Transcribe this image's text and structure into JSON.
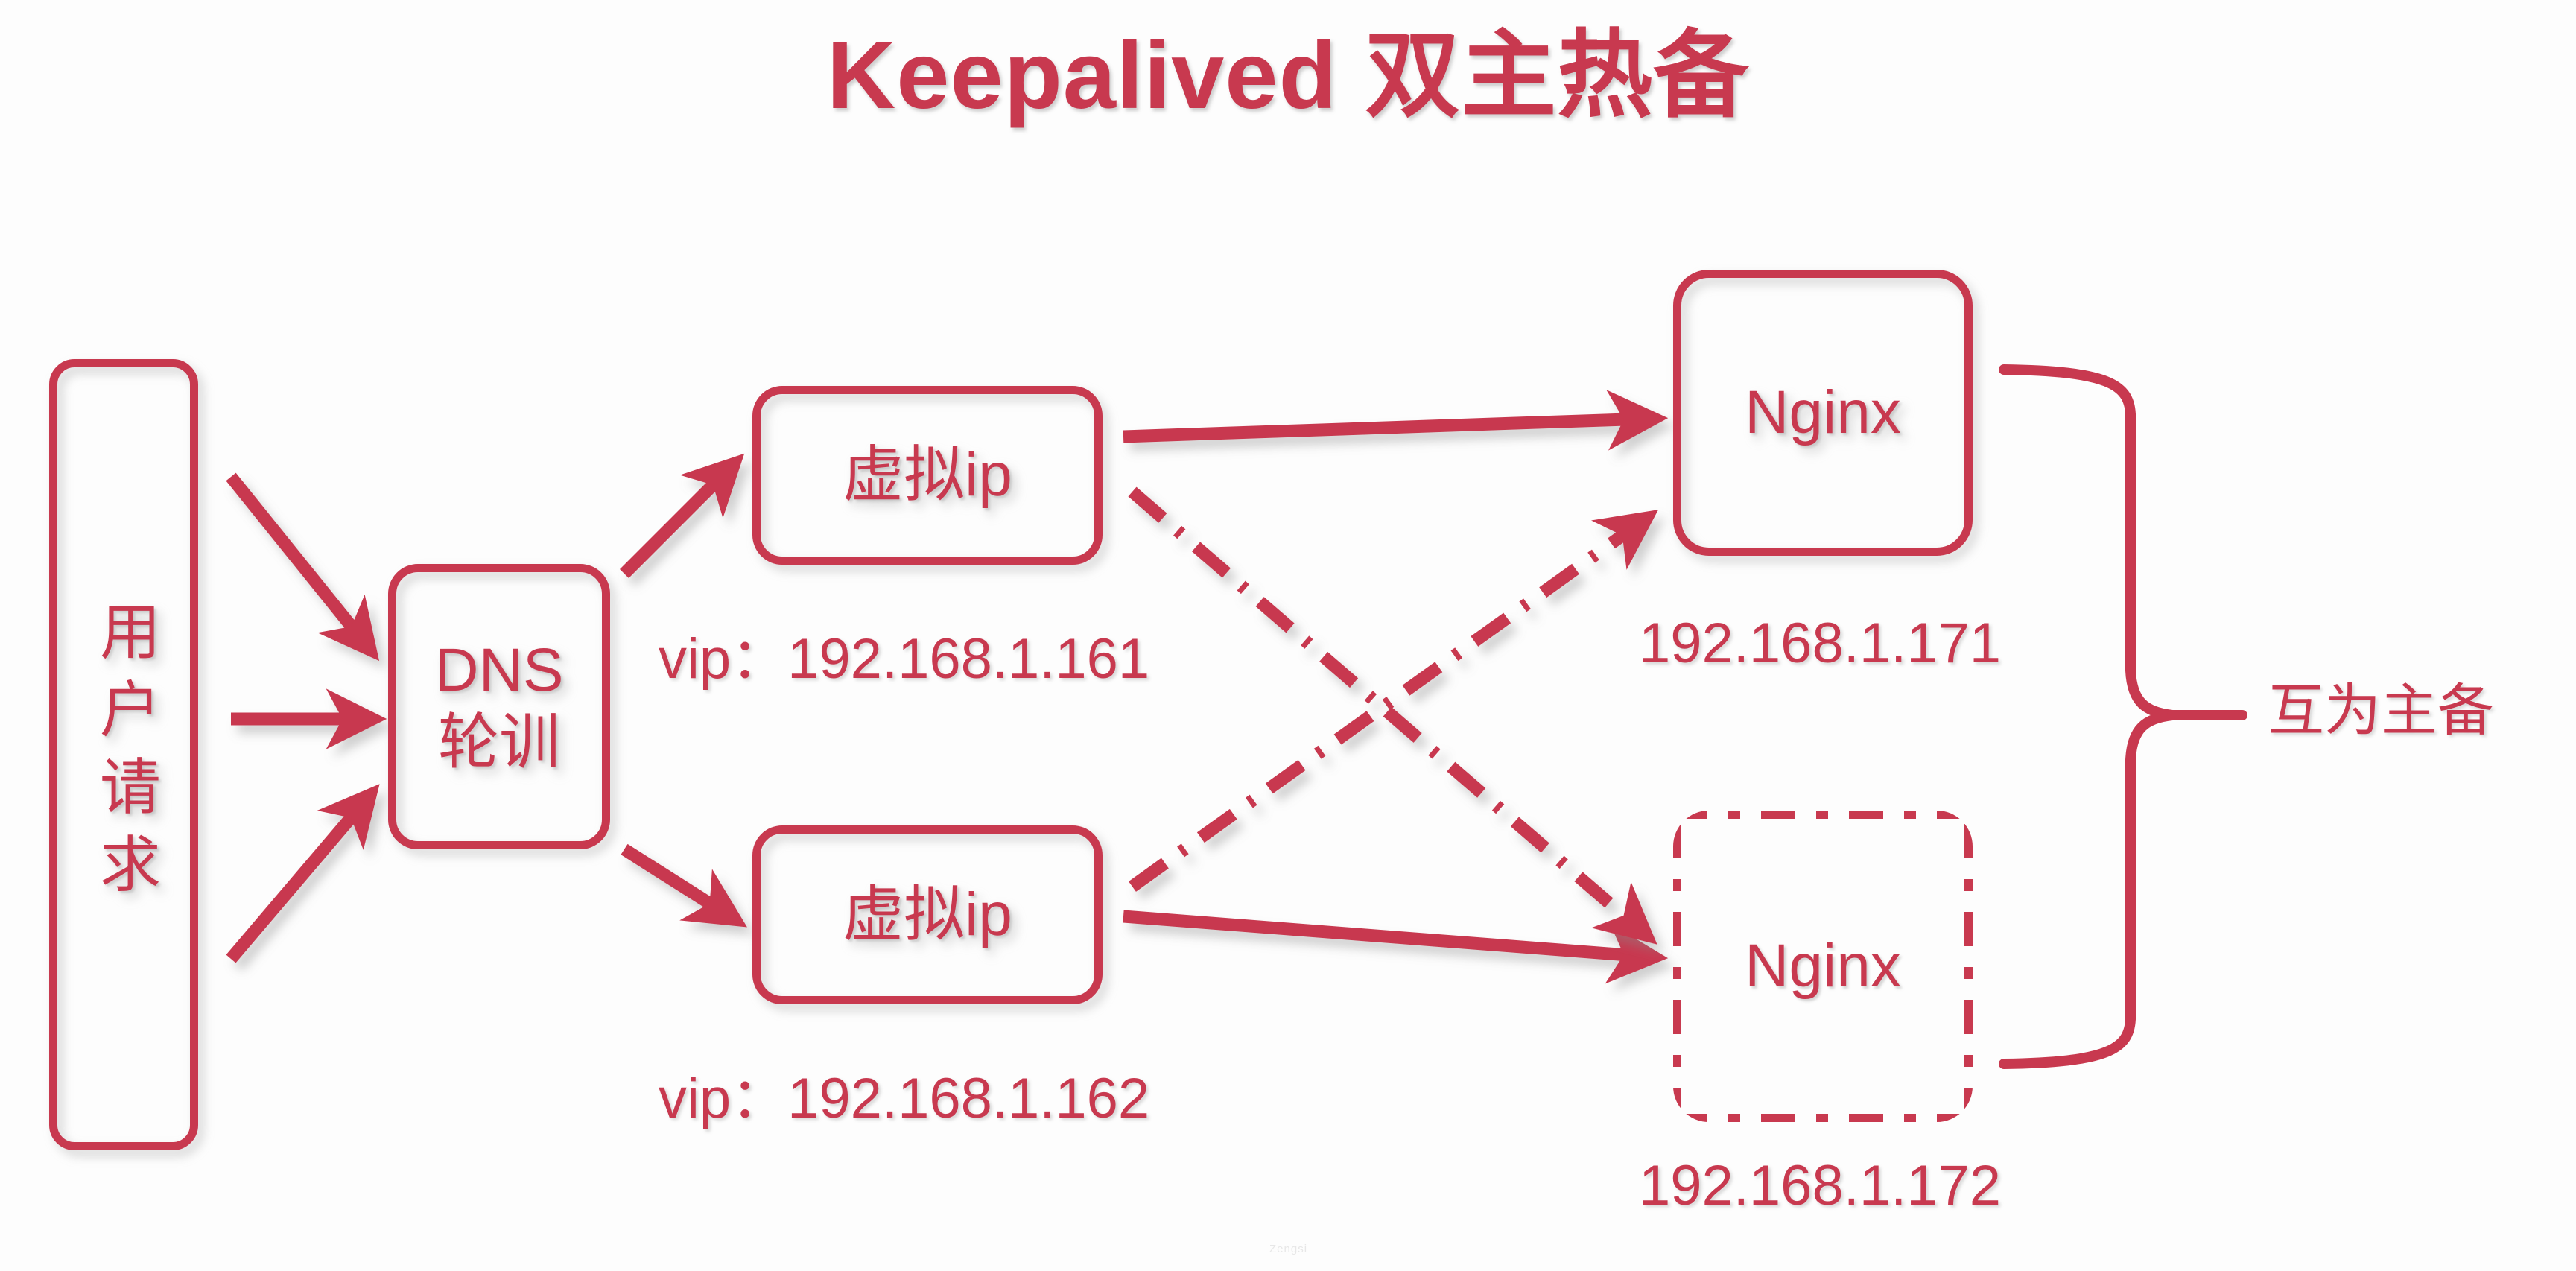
{
  "title": "Keepalived 双主热备",
  "theme": {
    "accent": "#c8394f",
    "background": "#fdfdfd"
  },
  "nodes": {
    "user_request": {
      "label": "用户请求",
      "shape": "rounded-rect",
      "border": "solid"
    },
    "dns": {
      "label": "DNS\n轮训",
      "line1": "DNS",
      "line2": "轮训",
      "shape": "rounded-rect",
      "border": "solid"
    },
    "vip_1": {
      "label": "虚拟ip",
      "shape": "rounded-rect",
      "border": "solid"
    },
    "vip_2": {
      "label": "虚拟ip",
      "shape": "rounded-rect",
      "border": "solid"
    },
    "nginx_1": {
      "label": "Nginx",
      "shape": "rounded-rect",
      "border": "solid"
    },
    "nginx_2": {
      "label": "Nginx",
      "shape": "rounded-rect",
      "border": "dash-dot"
    }
  },
  "labels": {
    "vip_1_address": "vip：192.168.1.161",
    "vip_2_address": "vip：192.168.1.162",
    "nginx_1_address": "192.168.1.171",
    "nginx_2_address": "192.168.1.172",
    "mutual_standby": "互为主备"
  },
  "watermark": "Zengsi",
  "connections": [
    {
      "name": "user-to-dns-top",
      "from": "user_request",
      "to": "dns",
      "style": "solid",
      "arrow": true
    },
    {
      "name": "user-to-dns-middle",
      "from": "user_request",
      "to": "dns",
      "style": "solid",
      "arrow": true
    },
    {
      "name": "user-to-dns-bottom",
      "from": "user_request",
      "to": "dns",
      "style": "solid",
      "arrow": true
    },
    {
      "name": "dns-to-vip1",
      "from": "dns",
      "to": "vip_1",
      "style": "solid",
      "arrow": true
    },
    {
      "name": "dns-to-vip2",
      "from": "dns",
      "to": "vip_2",
      "style": "solid",
      "arrow": true
    },
    {
      "name": "vip1-to-nginx1",
      "from": "vip_1",
      "to": "nginx_1",
      "style": "solid",
      "arrow": true
    },
    {
      "name": "vip1-to-nginx2",
      "from": "vip_1",
      "to": "nginx_2",
      "style": "dash-dot",
      "arrow": true
    },
    {
      "name": "vip2-to-nginx1",
      "from": "vip_2",
      "to": "nginx_1",
      "style": "dash-dot",
      "arrow": true
    },
    {
      "name": "vip2-to-nginx2",
      "from": "vip_2",
      "to": "nginx_2",
      "style": "solid",
      "arrow": true
    }
  ],
  "brace": {
    "name": "mutual-standby-brace",
    "groups": [
      "nginx_1",
      "nginx_2"
    ],
    "label": "互为主备"
  }
}
